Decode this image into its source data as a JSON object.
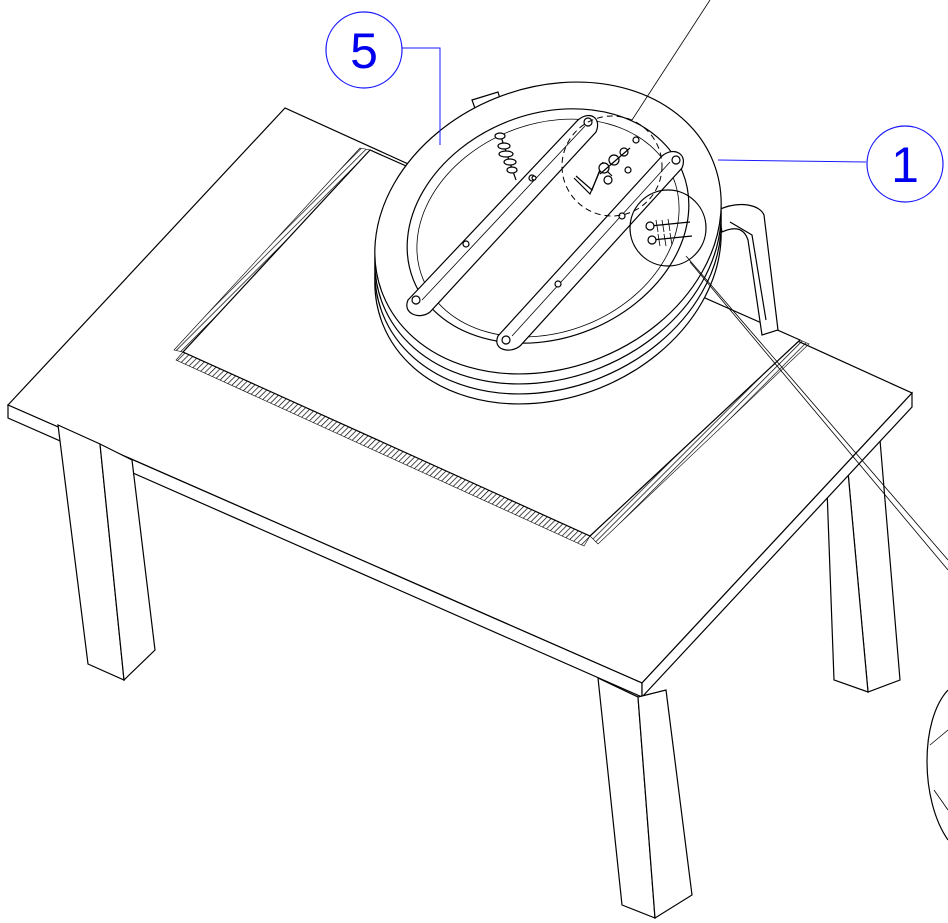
{
  "callouts": [
    {
      "id": "callout-5",
      "label": "5"
    },
    {
      "id": "callout-1",
      "label": "1"
    }
  ],
  "colors": {
    "callout": "#1a1aff",
    "callout_text": "#0000ee",
    "lines": "#000000",
    "background": "#ffffff"
  }
}
